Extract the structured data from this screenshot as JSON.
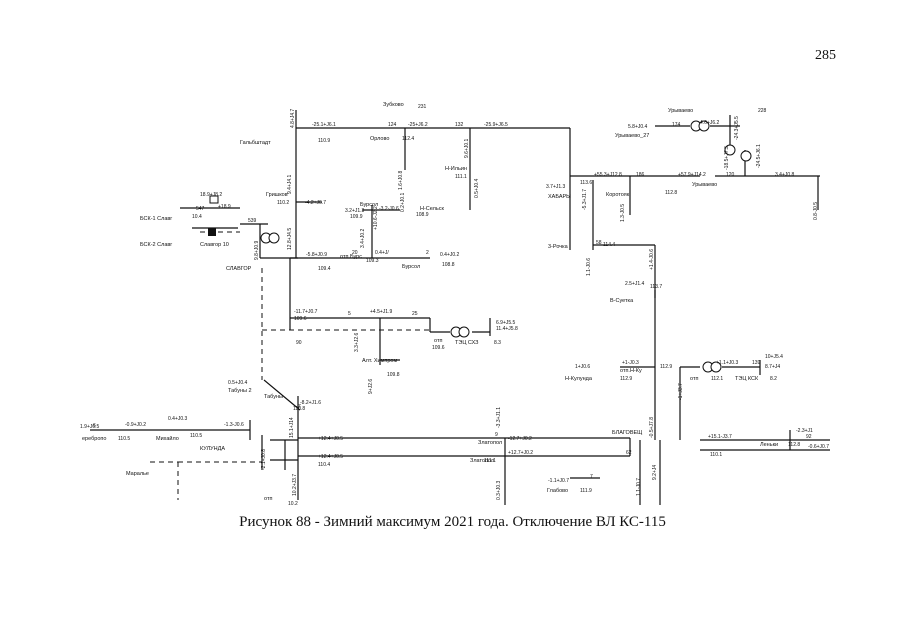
{
  "page_number": "285",
  "caption": "Рисунок 88 - Зимний максимум 2021 года. Отключение ВЛ КС-115",
  "labels": [
    {
      "id": "zubkovo",
      "text": "Зубково"
    },
    {
      "id": "gal",
      "text": "Гальбштадт"
    },
    {
      "id": "orlovo",
      "text": "Орлово"
    },
    {
      "id": "nilin",
      "text": "Н-Ильин"
    },
    {
      "id": "grishk",
      "text": "Гришков"
    },
    {
      "id": "bursol1",
      "text": "Бурсол"
    },
    {
      "id": "nselsk",
      "text": "Н-Сельск"
    },
    {
      "id": "bsk1",
      "text": "БСК-1 Славг"
    },
    {
      "id": "bsk2",
      "text": "БСК-2 Славг"
    },
    {
      "id": "slavgor10",
      "text": "Славгор 10"
    },
    {
      "id": "slavgor",
      "text": "СЛАВГОР"
    },
    {
      "id": "otpburs",
      "text": "отп.Бурс"
    },
    {
      "id": "bursol2",
      "text": "Бурсол"
    },
    {
      "id": "otp1",
      "text": "отп"
    },
    {
      "id": "tec_shz",
      "text": "ТЭЦ СХЗ"
    },
    {
      "id": "altkhim",
      "text": "Алт. Химпром"
    },
    {
      "id": "tabun2",
      "text": "Табуны 2"
    },
    {
      "id": "tabun",
      "text": "Табуны"
    },
    {
      "id": "khabary",
      "text": "ХАБАРЫ"
    },
    {
      "id": "korot",
      "text": "Коротояк"
    },
    {
      "id": "urivaevo",
      "text": "Урываево"
    },
    {
      "id": "urivaevo27",
      "text": "Урываево_27"
    },
    {
      "id": "urivaevo2",
      "text": "Урываево"
    },
    {
      "id": "zrochka",
      "text": "3-Рочка"
    },
    {
      "id": "vsuetka",
      "text": "В-Суетка"
    },
    {
      "id": "nkulunda",
      "text": "Н-Кулунда"
    },
    {
      "id": "otpnku",
      "text": "отп.Н-Ку"
    },
    {
      "id": "otp2",
      "text": "отп"
    },
    {
      "id": "tec_ksk",
      "text": "ТЭЦ КСК"
    },
    {
      "id": "blagov",
      "text": "БЛАГОВЕЩ"
    },
    {
      "id": "zlatopol",
      "text": "Златопол"
    },
    {
      "id": "zlatopol2",
      "text": "Златопол"
    },
    {
      "id": "glaubov",
      "text": "Глабово"
    },
    {
      "id": "kulunda",
      "text": "КУЛУНДА"
    },
    {
      "id": "mikhaylo",
      "text": "Михайло"
    },
    {
      "id": "serebrop",
      "text": "еребропо"
    },
    {
      "id": "maralye",
      "text": "Маралье"
    },
    {
      "id": "otp3",
      "text": "отп"
    },
    {
      "id": "lenki",
      "text": "Леньки"
    }
  ],
  "node_numbers": [
    {
      "id": "n231",
      "text": "231"
    },
    {
      "id": "n124",
      "text": "124"
    },
    {
      "id": "n132",
      "text": "132"
    },
    {
      "id": "n539",
      "text": "539"
    },
    {
      "id": "n547",
      "text": "547"
    },
    {
      "id": "n20",
      "text": "20"
    },
    {
      "id": "n2",
      "text": "2"
    },
    {
      "id": "n5",
      "text": "5"
    },
    {
      "id": "n25",
      "text": "25"
    },
    {
      "id": "n7",
      "text": "7"
    },
    {
      "id": "n228",
      "text": "228"
    },
    {
      "id": "n174",
      "text": "174"
    },
    {
      "id": "n120",
      "text": "120"
    },
    {
      "id": "n186",
      "text": "186"
    },
    {
      "id": "n58",
      "text": "58"
    },
    {
      "id": "n62",
      "text": "62"
    },
    {
      "id": "n139",
      "text": "139"
    },
    {
      "id": "n90",
      "text": "90"
    },
    {
      "id": "n6",
      "text": "6"
    },
    {
      "id": "n9",
      "text": "9"
    },
    {
      "id": "n92",
      "text": "92"
    },
    {
      "id": "n7b",
      "text": "7"
    }
  ],
  "voltages": [
    {
      "id": "v1",
      "text": "110.9"
    },
    {
      "id": "v2",
      "text": "112.4"
    },
    {
      "id": "v3",
      "text": "111.1"
    },
    {
      "id": "v4",
      "text": "110.2"
    },
    {
      "id": "v5",
      "text": "109.9"
    },
    {
      "id": "v6",
      "text": "108.9"
    },
    {
      "id": "v7",
      "text": "10.4"
    },
    {
      "id": "v8",
      "text": "109.4"
    },
    {
      "id": "v9",
      "text": "109.3"
    },
    {
      "id": "v10",
      "text": "108.8"
    },
    {
      "id": "v11",
      "text": "109.6"
    },
    {
      "id": "v12",
      "text": "109.6"
    },
    {
      "id": "v13",
      "text": "8.3"
    },
    {
      "id": "v14",
      "text": "109.8"
    },
    {
      "id": "v15",
      "text": "110.8"
    },
    {
      "id": "v16",
      "text": "110.5"
    },
    {
      "id": "v17",
      "text": "110.5"
    },
    {
      "id": "v18",
      "text": "110.4"
    },
    {
      "id": "v19",
      "text": "113.6"
    },
    {
      "id": "v20",
      "text": "114.4"
    },
    {
      "id": "v21",
      "text": "113.7"
    },
    {
      "id": "v22",
      "text": "112.9"
    },
    {
      "id": "v23",
      "text": "112.9"
    },
    {
      "id": "v24",
      "text": "112.1"
    },
    {
      "id": "v25",
      "text": "8.2"
    },
    {
      "id": "v26",
      "text": "111.1"
    },
    {
      "id": "v27",
      "text": "111.9"
    },
    {
      "id": "v28",
      "text": "112.8"
    },
    {
      "id": "v29",
      "text": "110.1"
    },
    {
      "id": "v30",
      "text": "10.2"
    },
    {
      "id": "v31",
      "text": "112.8"
    }
  ],
  "flows": [
    {
      "id": "f1",
      "text": "-25.1+J6.1"
    },
    {
      "id": "f2",
      "text": "-25+J6.2"
    },
    {
      "id": "f3",
      "text": "-25.9+J6.5"
    },
    {
      "id": "f4",
      "text": "-4.2+J6.7"
    },
    {
      "id": "f5",
      "text": "3.2+J1.3"
    },
    {
      "id": "f6",
      "text": "-3.2-J0.6"
    },
    {
      "id": "f7",
      "text": "18.9+J8.2"
    },
    {
      "id": "f8",
      "text": "+18.9"
    },
    {
      "id": "f9",
      "text": "-5.8+J0.9"
    },
    {
      "id": "f10",
      "text": "0.4+J/"
    },
    {
      "id": "f11",
      "text": "0.4+J0.2"
    },
    {
      "id": "f12",
      "text": "-11.7+J0.7"
    },
    {
      "id": "f13",
      "text": "+4.5+J1.9"
    },
    {
      "id": "f14",
      "text": "6.9+J5.5"
    },
    {
      "id": "f15",
      "text": "11.4+J5.8"
    },
    {
      "id": "f16",
      "text": "0.5+J0.4"
    },
    {
      "id": "f17",
      "text": "-8.2+J1.6"
    },
    {
      "id": "f18",
      "text": "-0.9+J0.2"
    },
    {
      "id": "f19",
      "text": "0.4+J0.3"
    },
    {
      "id": "f20",
      "text": "-1.3-J0.6"
    },
    {
      "id": "f21",
      "text": "+12.4+J0.5"
    },
    {
      "id": "f22",
      "text": "+12.4+J0.5"
    },
    {
      "id": "f23",
      "text": "-12.7+J0.2"
    },
    {
      "id": "f24",
      "text": "+12.7+J0.2"
    },
    {
      "id": "f25",
      "text": "3.7+J1.3"
    },
    {
      "id": "f26",
      "text": "+55.3+J12.8"
    },
    {
      "id": "f27",
      "text": "+57.9+J14.2"
    },
    {
      "id": "f28",
      "text": "5.8+J0.4"
    },
    {
      "id": "f29",
      "text": "4.6+J6.2"
    },
    {
      "id": "f30",
      "text": "3.4+J0.8"
    },
    {
      "id": "f31",
      "text": "2.5+J1.4"
    },
    {
      "id": "f32",
      "text": "1+J0.6"
    },
    {
      "id": "f33",
      "text": "+1-J0.3"
    },
    {
      "id": "f34",
      "text": "+1.1+J0.3"
    },
    {
      "id": "f35",
      "text": "10+J5.4"
    },
    {
      "id": "f36",
      "text": "8.7+J4"
    },
    {
      "id": "f37",
      "text": "-1.1+J0.7"
    },
    {
      "id": "f38",
      "text": "+15.1-J3.7"
    },
    {
      "id": "f39",
      "text": "-2.3+J1"
    },
    {
      "id": "f40",
      "text": "1.9+J0.5"
    },
    {
      "id": "f41",
      "text": "-0.6+J0.7"
    }
  ],
  "vflows": [
    {
      "id": "vf1",
      "text": "4.8+J4.7"
    },
    {
      "id": "vf2",
      "text": "1.6+J0.8"
    },
    {
      "id": "vf3",
      "text": "9.6+J0.1"
    },
    {
      "id": "vf4",
      "text": "0.5+J0.4"
    },
    {
      "id": "vf5",
      "text": "0.2+J0.1"
    },
    {
      "id": "vf6",
      "text": "9.4+J4.1"
    },
    {
      "id": "vf7",
      "text": "12.8+J4.5"
    },
    {
      "id": "vf8",
      "text": "3.4+J0.2"
    },
    {
      "id": "vf9",
      "text": "+10.6-J2.2"
    },
    {
      "id": "vf10",
      "text": "9.8+J0.9"
    },
    {
      "id": "vf11",
      "text": "3.3+J2.6"
    },
    {
      "id": "vf12",
      "text": "9+J2.6"
    },
    {
      "id": "vf13",
      "text": "15.1+J14"
    },
    {
      "id": "vf14",
      "text": "10.2+J3.7"
    },
    {
      "id": "vf15",
      "text": "-3.3+J1.1"
    },
    {
      "id": "vf16",
      "text": "1.3-J0.5"
    },
    {
      "id": "vf17",
      "text": "0.8-J0.5"
    },
    {
      "id": "vf18",
      "text": "1.1-J0.6"
    },
    {
      "id": "vf19",
      "text": "-5.3+J1.7"
    },
    {
      "id": "vf20",
      "text": "+1.4-J0.6"
    },
    {
      "id": "vf21",
      "text": "-0.5+J7.8"
    },
    {
      "id": "vf22",
      "text": "0.3+J0.3"
    },
    {
      "id": "vf23",
      "text": "1.1-J0.7"
    },
    {
      "id": "vf24",
      "text": "9.2+J4"
    },
    {
      "id": "vf25",
      "text": "-1+J3.7"
    },
    {
      "id": "vf26",
      "text": "-18.5+J7.3"
    },
    {
      "id": "vf27",
      "text": "-24.3+J5.5"
    },
    {
      "id": "vf28",
      "text": "-24.5+J6.1"
    },
    {
      "id": "vf29",
      "text": "-2.1+J0.8"
    }
  ]
}
